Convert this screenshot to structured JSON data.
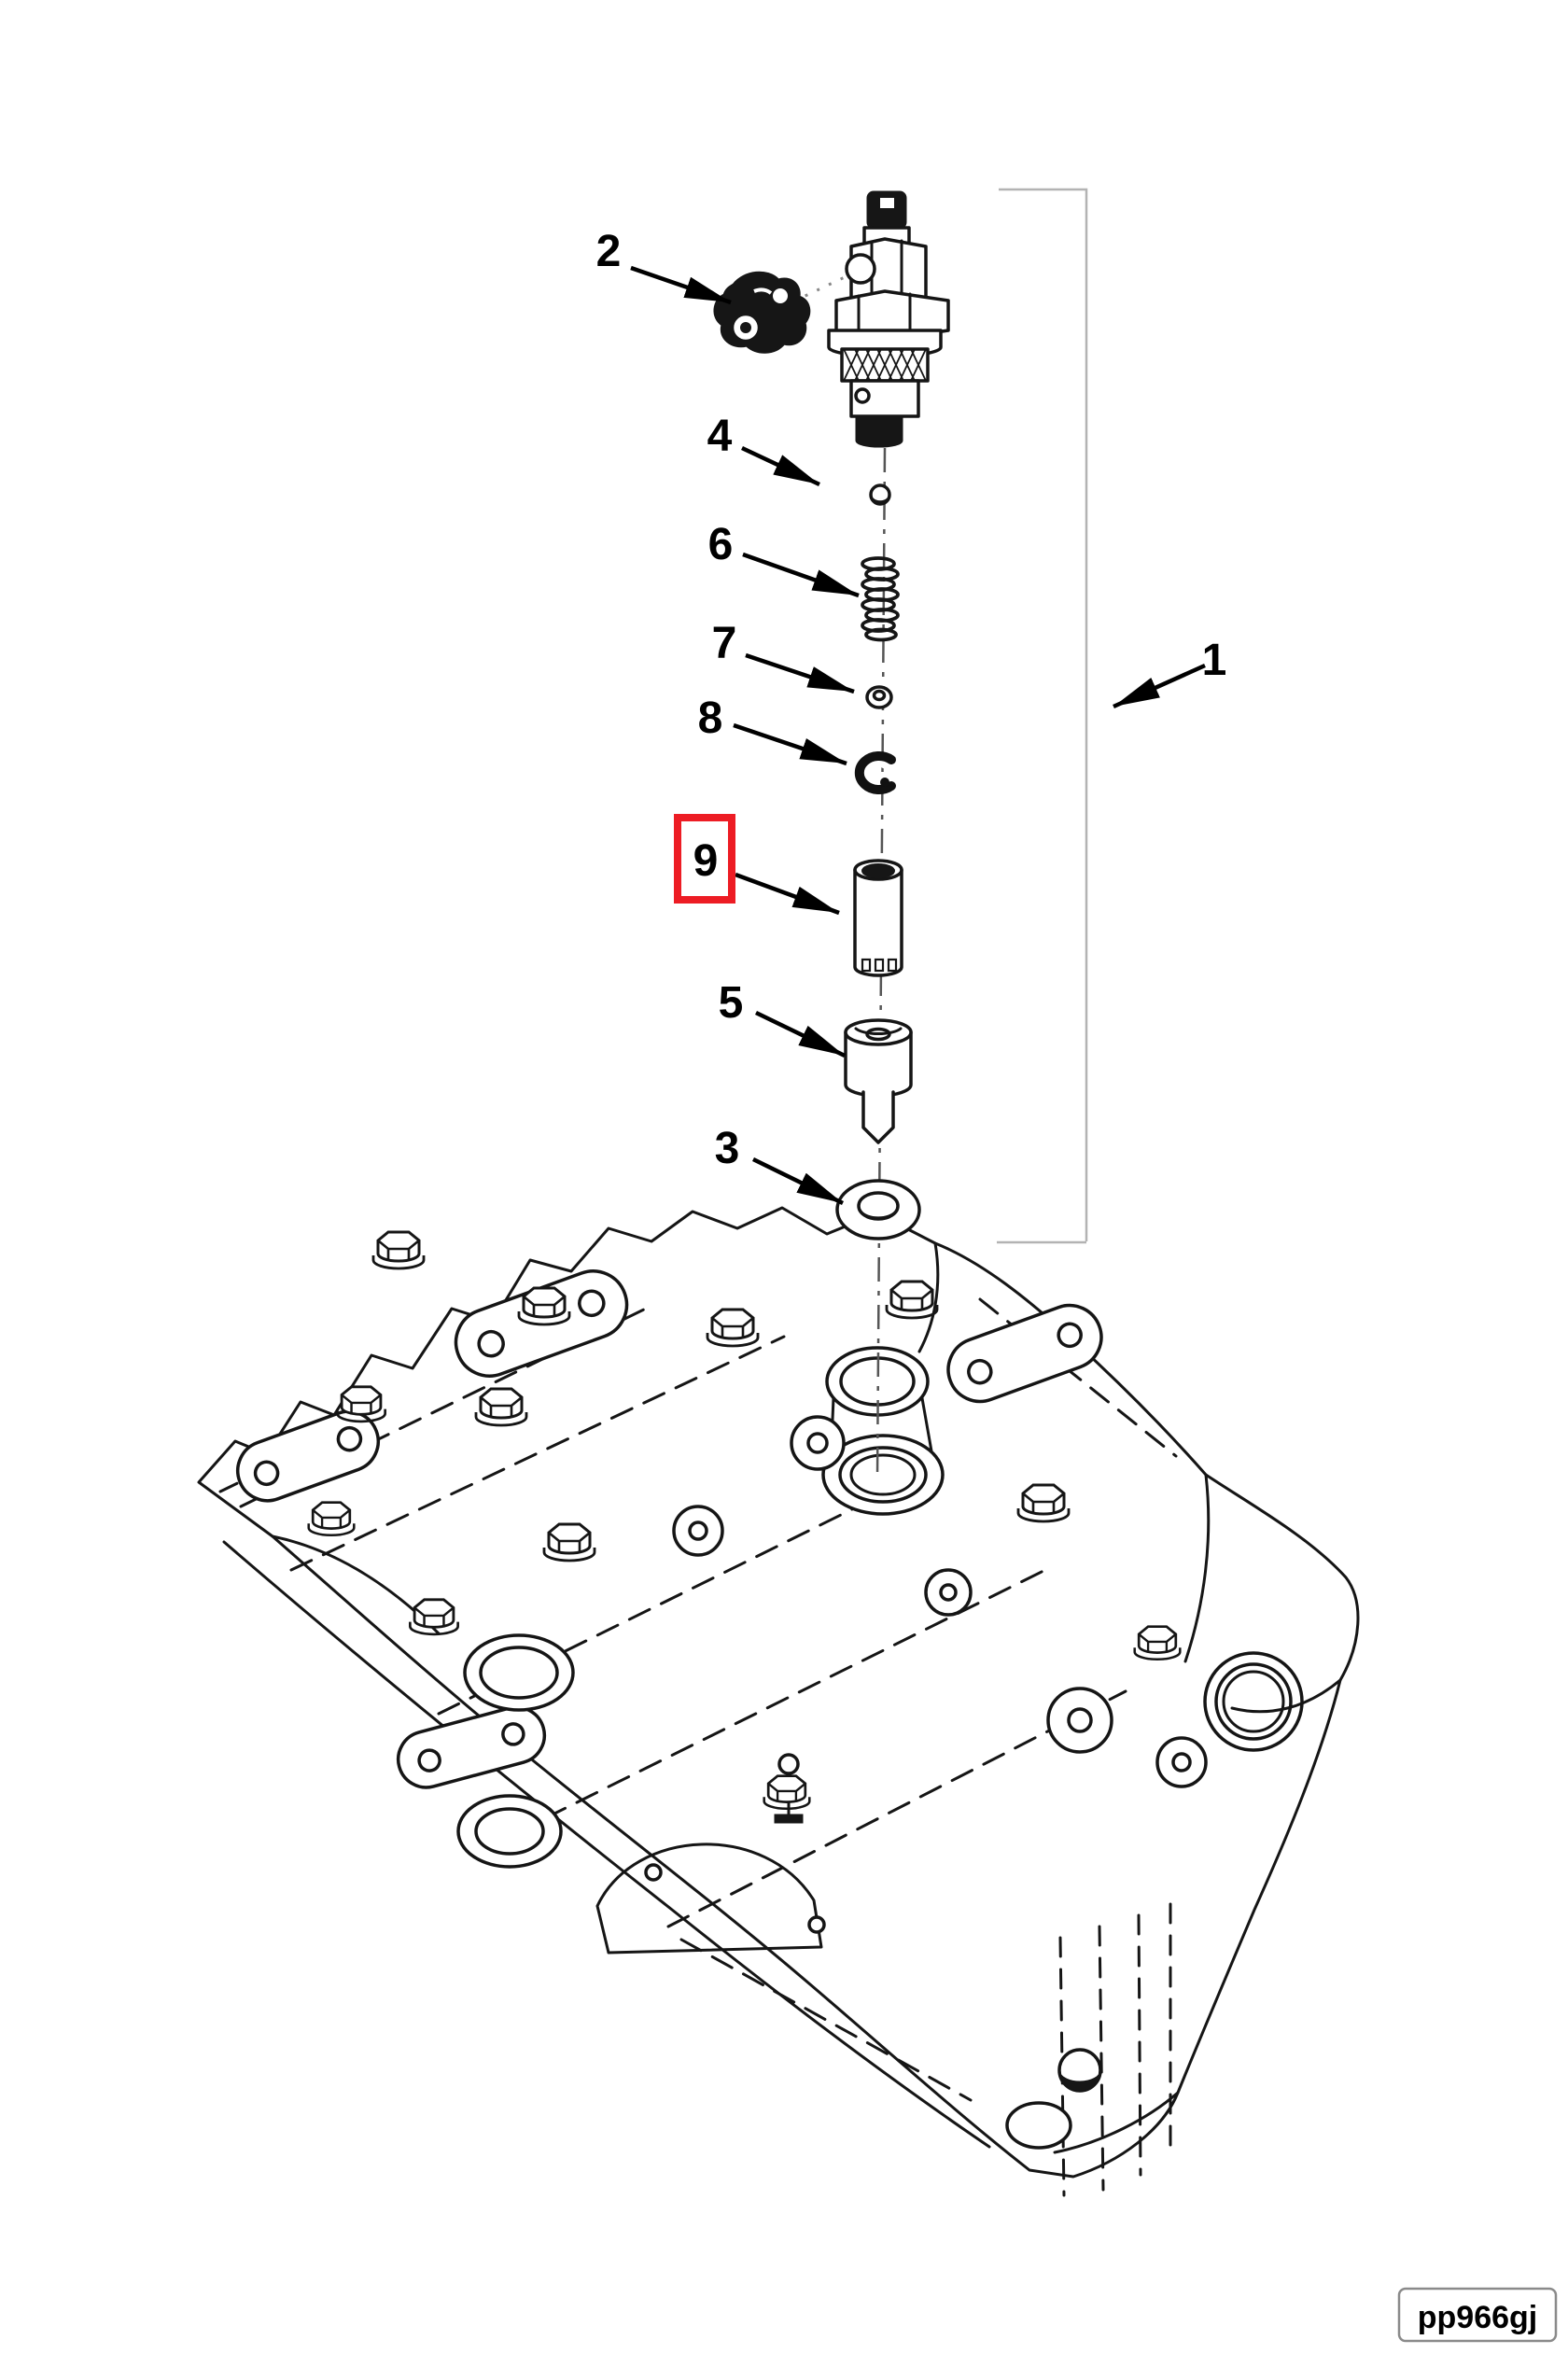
{
  "figure": {
    "code_label": "pp966gj",
    "callouts": [
      {
        "id": "2",
        "label": "2",
        "highlighted": false
      },
      {
        "id": "4",
        "label": "4",
        "highlighted": false
      },
      {
        "id": "6",
        "label": "6",
        "highlighted": false
      },
      {
        "id": "7",
        "label": "7",
        "highlighted": false
      },
      {
        "id": "8",
        "label": "8",
        "highlighted": false
      },
      {
        "id": "9",
        "label": "9",
        "highlighted": true
      },
      {
        "id": "5",
        "label": "5",
        "highlighted": false
      },
      {
        "id": "3",
        "label": "3",
        "highlighted": false
      },
      {
        "id": "1",
        "label": "1",
        "highlighted": false
      }
    ],
    "colors": {
      "highlight_box": "#ed1c24",
      "line": "#000000",
      "bracket": "#b3b3b3"
    }
  }
}
